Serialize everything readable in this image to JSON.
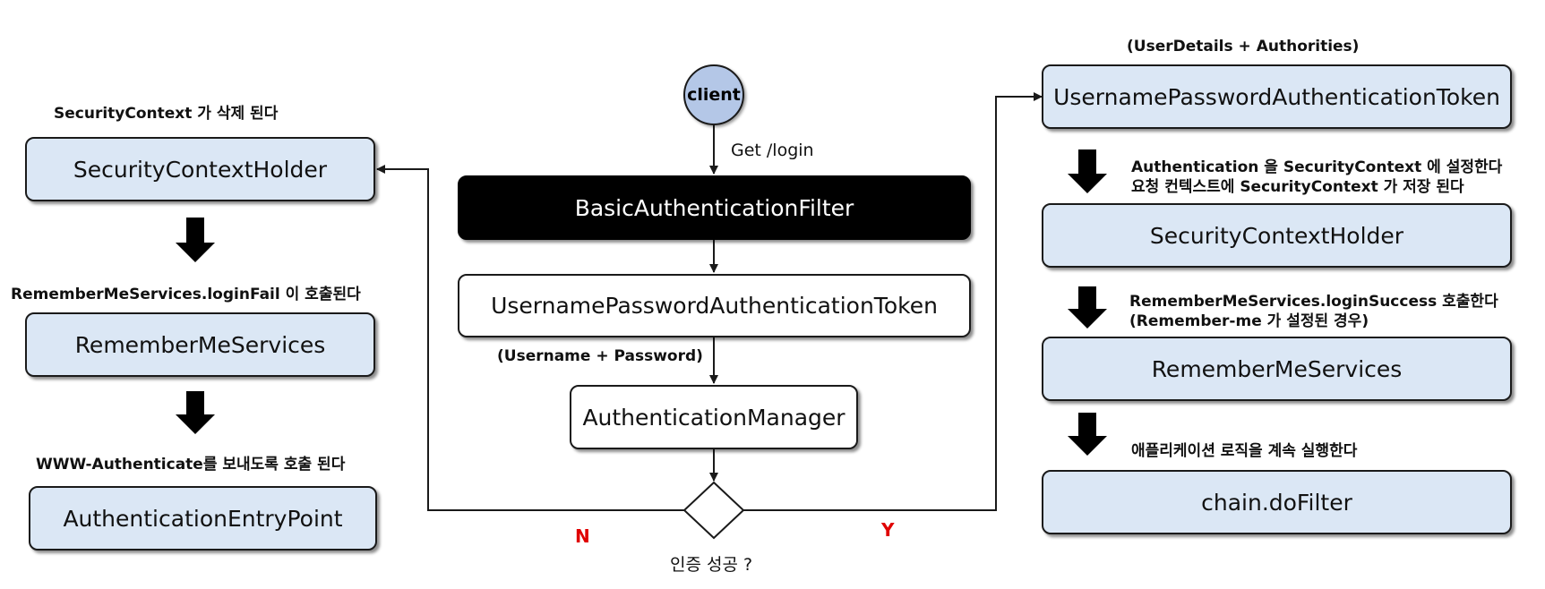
{
  "client": {
    "label": "client"
  },
  "center": {
    "request_label": "Get /login",
    "filter": "BasicAuthenticationFilter",
    "token": "UsernamePasswordAuthenticationToken",
    "token_note": "(Username + Password)",
    "manager": "AuthenticationManager",
    "decision_label": "인증 성공 ?",
    "no_label": "N",
    "yes_label": "Y"
  },
  "failure": {
    "step1_note": "SecurityContext 가 삭제 된다",
    "step1": "SecurityContextHolder",
    "step2_note": "RememberMeServices.loginFail 이 호출된다",
    "step2": "RememberMeServices",
    "step3_note": "WWW-Authenticate를 보내도록 호출 된다",
    "step3": "AuthenticationEntryPoint"
  },
  "success": {
    "step1_note": "(UserDetails + Authorities)",
    "step1": "UsernamePasswordAuthenticationToken",
    "step2_note_line1": "Authentication 을 SecurityContext 에 설정한다",
    "step2_note_line2": "요청 컨텍스트에 SecurityContext 가 저장 된다",
    "step2": "SecurityContextHolder",
    "step3_note_line1": "RememberMeServices.loginSuccess 호출한다",
    "step3_note_line2": "(Remember-me 가 설정된 경우)",
    "step3": "RememberMeServices",
    "step4_note": "애플리케이션 로직을 계속 실행한다",
    "step4": "chain.doFilter"
  },
  "colors": {
    "box_fill": "#dbe7f5",
    "client_fill": "#b4c7e7",
    "filter_fill": "#000000",
    "yes_no": "#e00000"
  }
}
